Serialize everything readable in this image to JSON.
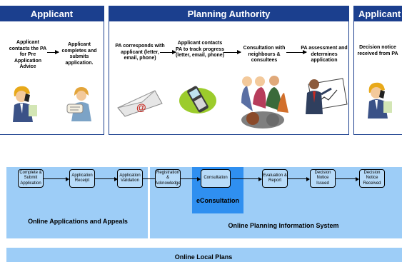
{
  "top": {
    "headers": {
      "applicant_left": "Applicant",
      "planning_authority": "Planning Authority",
      "applicant_right": "Applicant"
    },
    "steps": {
      "contact_pa": "Applicant contacts the PA for Pre Application Advice",
      "completes": "Applicant completes and submits application.",
      "pa_corresponds": "PA corresponds with applicant (letter, email, phone)",
      "track_progress": "Applicant contacts PA to track progress (letter, email, phone)",
      "consultation": "Consultation with neighbours & consultees",
      "assessment": "PA assessment and determines application",
      "decision_received": "Decision notice received from PA"
    },
    "icons": {
      "man_phone_left": "man-on-phone-icon",
      "woman_plans": "woman-with-plans-icon",
      "email_envelope": "email-envelope-icon",
      "mobile_phone": "mobile-phone-icon",
      "crowd": "crowd-of-people-icon",
      "presenter": "presenter-at-board-icon",
      "man_phone_right": "man-on-phone-icon"
    }
  },
  "process": {
    "boxes": {
      "complete_submit": "Complete & Submit Application",
      "receipt": "Application Receipt",
      "validation": "Application Validation",
      "registration": "Registration & Acknowledge",
      "consultation": "Consultation",
      "evaluation": "Evaluation & Report",
      "notice_issued": "Decision Notice Issued",
      "notice_received": "Decision Notice Received"
    },
    "econsultation": "eConsultation",
    "online_applications": "Online Applications and Appeals",
    "online_planning": "Online Planning Information System",
    "online_local_plans": "Online Local Plans"
  },
  "colors": {
    "header_blue": "#1b3f8e",
    "light_blue": "#9dcdf7",
    "econsult_blue": "#2f8ff0"
  }
}
